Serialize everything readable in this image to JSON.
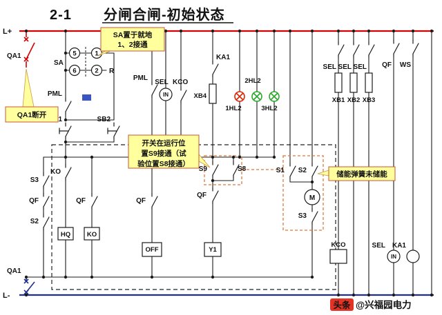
{
  "title": {
    "number": "2-1",
    "text": "分闸合闸-初始状态"
  },
  "rails": {
    "positive": "L+",
    "negative": "L-"
  },
  "breaker": {
    "top": "QA1",
    "bottom": "QA1"
  },
  "callouts": {
    "qa1_open": "QA1断开",
    "sa_local": [
      "SA置于就地",
      "1、2接通"
    ],
    "switch_position": [
      "开关在运行位",
      "置S9接通（试",
      "验位置S8接通）"
    ],
    "spring": "储能弹簧未储能"
  },
  "selector": {
    "label": "SA",
    "c5": "5",
    "c1": "1",
    "c6": "6",
    "c2": "2",
    "r": "R"
  },
  "components": {
    "pml_left": "PML",
    "sb1": "SB1",
    "sb2": "SB2",
    "pml_mid": "PML",
    "sel_top": "SEL",
    "kco_top": "KCO",
    "in_top": "IN",
    "xb4": "XB4",
    "ka1_top": "KA1",
    "lamp1": "1HL2",
    "lamp2": "2HL2",
    "lamp3": "3HL2",
    "sel_a": "SEL",
    "sel_b": "SEL",
    "sel_c": "SEL",
    "xb1": "XB1",
    "xb2": "XB2",
    "xb3": "XB3",
    "qf_right": "QF",
    "ws": "WS",
    "ko_contact": "KO",
    "s3_left": "S3",
    "qf_left": "QF",
    "s2_left": "S2",
    "qf_a": "QF",
    "qf_b": "QF",
    "qf_c": "QF",
    "s9": "S9",
    "s8": "S8",
    "s1": "S1",
    "s2_right": "S2",
    "s3_right": "S3",
    "motor": "M",
    "hq_coil": "HQ",
    "ko_coil": "KO",
    "off_coil": "OFF",
    "y1_coil": "Y1",
    "kco_coil": "KCO",
    "sel_bottom": "SEL",
    "in_bottom": "IN",
    "ka1_bottom": "KA1"
  },
  "watermark": {
    "badge": "头条",
    "handle": "@兴福园电力"
  },
  "colors": {
    "rail_positive": "#d40000",
    "rail_negative": "#1f2d8f",
    "callout_fill": "#ffff9e",
    "callout_text": "#d42020",
    "lamp_red": "#dd2200",
    "lamp_green": "#28a828",
    "linkage": "#e07838",
    "accent_blue": "#3a55c0",
    "watermark": "#e23324"
  }
}
